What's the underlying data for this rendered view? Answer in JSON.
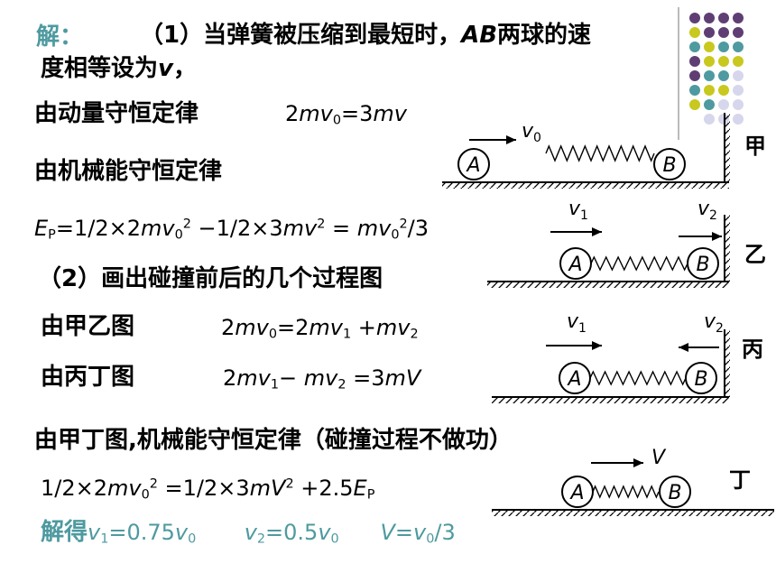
{
  "colors": {
    "teal": "#4e9aa0",
    "purple": "#5f3f73",
    "olive": "#c8c81e",
    "lavender": "#d6d6ec",
    "text": "#000000"
  },
  "solution": {
    "label": "解：",
    "part1_a": "（1）当弹簧被压缩到最短时，",
    "part1_ab": "AB",
    "part1_b": "两球的速",
    "part1_c": "度相等设为",
    "part1_v": "v",
    "part1_comma": "，",
    "momentum_label": "由动量守恒定律",
    "energy_label": "由机械能守恒定律",
    "part2": "（2）画出碰撞前后的几个过程图",
    "jia_yi": "由甲乙图",
    "bing_ding": "由丙丁图",
    "jia_ding": "由甲丁图,机械能守恒定律（碰撞过程不做功）",
    "result_prefix": "解得"
  },
  "figures": {
    "jia": {
      "label": "甲",
      "velocity": "v",
      "velocity_sub": "0"
    },
    "yi": {
      "label": "乙",
      "v1": "v",
      "v1_sub": "1",
      "v2": "v",
      "v2_sub": "2"
    },
    "bing": {
      "label": "丙",
      "v1": "v",
      "v1_sub": "1",
      "v2": "v",
      "v2_sub": "2"
    },
    "ding": {
      "label": "丁",
      "velocity": "V"
    },
    "ball_a": "A",
    "ball_b": "B"
  }
}
